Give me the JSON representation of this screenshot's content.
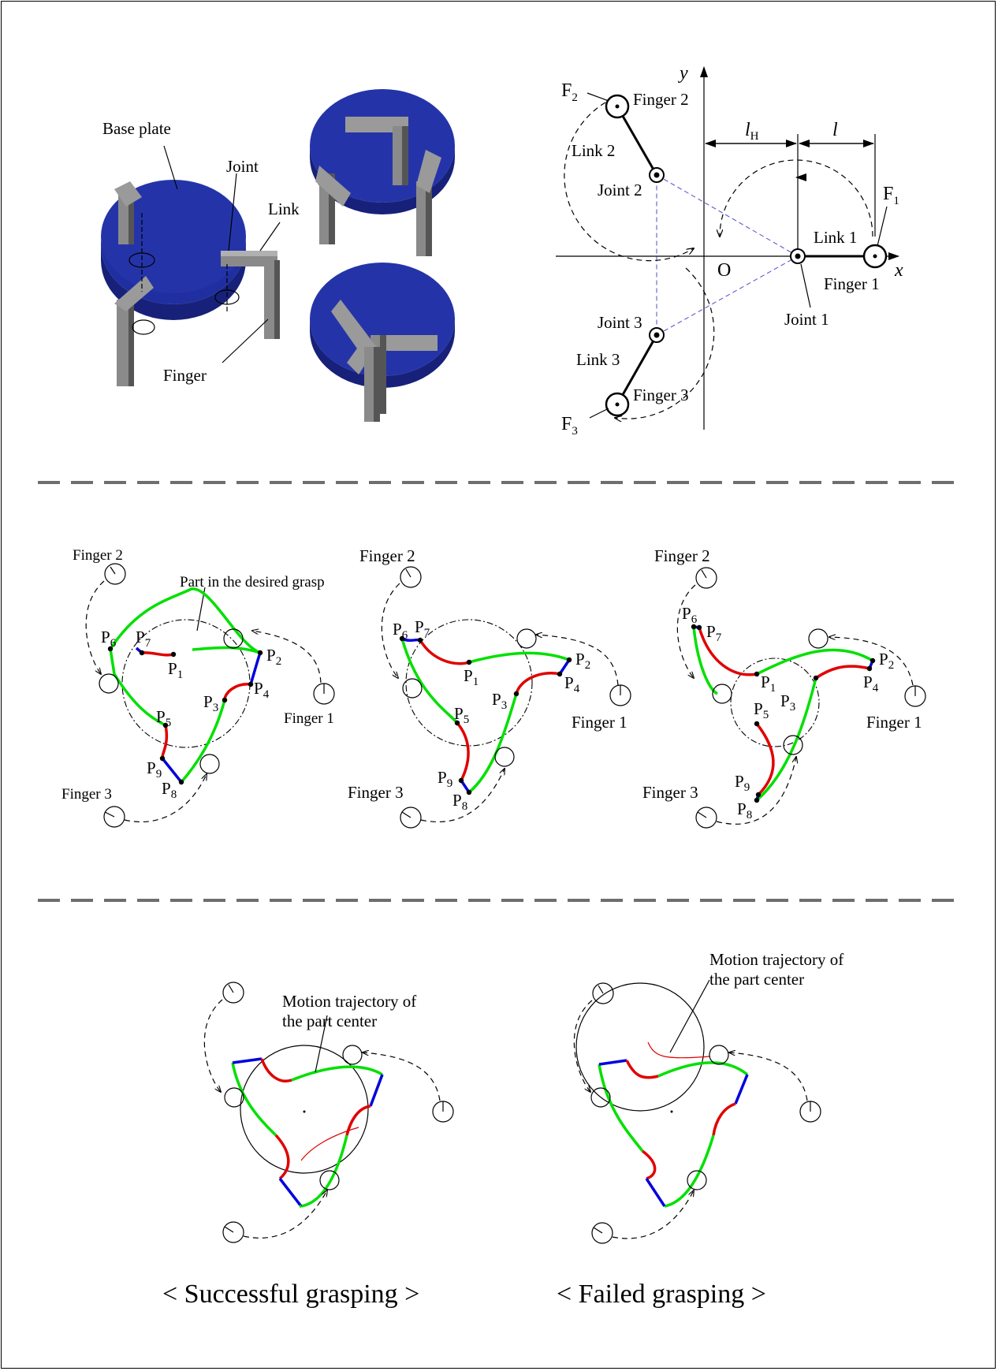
{
  "mechanism": {
    "labels": {
      "base_plate": "Base plate",
      "joint": "Joint",
      "link": "Link",
      "finger": "Finger"
    },
    "colors": {
      "base": "#1f2ea0",
      "base_dark": "#17217a",
      "metal": "#8a8a8a",
      "metal_dark": "#555555"
    }
  },
  "schematic": {
    "axis_x": "x",
    "axis_y": "y",
    "origin": "O",
    "l_h": "l",
    "l_h_sub": "H",
    "l": "l",
    "f1": "F",
    "f1_sub": "1",
    "f2": "F",
    "f2_sub": "2",
    "f3": "F",
    "f3_sub": "3",
    "finger1": "Finger 1",
    "finger2": "Finger 2",
    "finger3": "Finger 3",
    "link1": "Link 1",
    "link2": "Link 2",
    "link3": "Link 3",
    "joint1": "Joint 1",
    "joint2": "Joint 2",
    "joint3": "Joint 3"
  },
  "grasp_sequence": {
    "part_label": "Part in the desired grasp",
    "finger1": "Finger 1",
    "finger2": "Finger 2",
    "finger3": "Finger 3",
    "point_prefix": "P",
    "points": [
      "1",
      "2",
      "3",
      "4",
      "5",
      "6",
      "7",
      "8",
      "9"
    ]
  },
  "results": {
    "trajectory_label_line1": "Motion trajectory of",
    "trajectory_label_line2": "the part center",
    "success_caption": "< Successful grasping >",
    "failed_caption": "< Failed grasping >"
  },
  "colors": {
    "edge_straight": "#00e000",
    "edge_concave": "#e00000",
    "edge_short": "#0000dd",
    "separator": "#6e6e6e"
  }
}
